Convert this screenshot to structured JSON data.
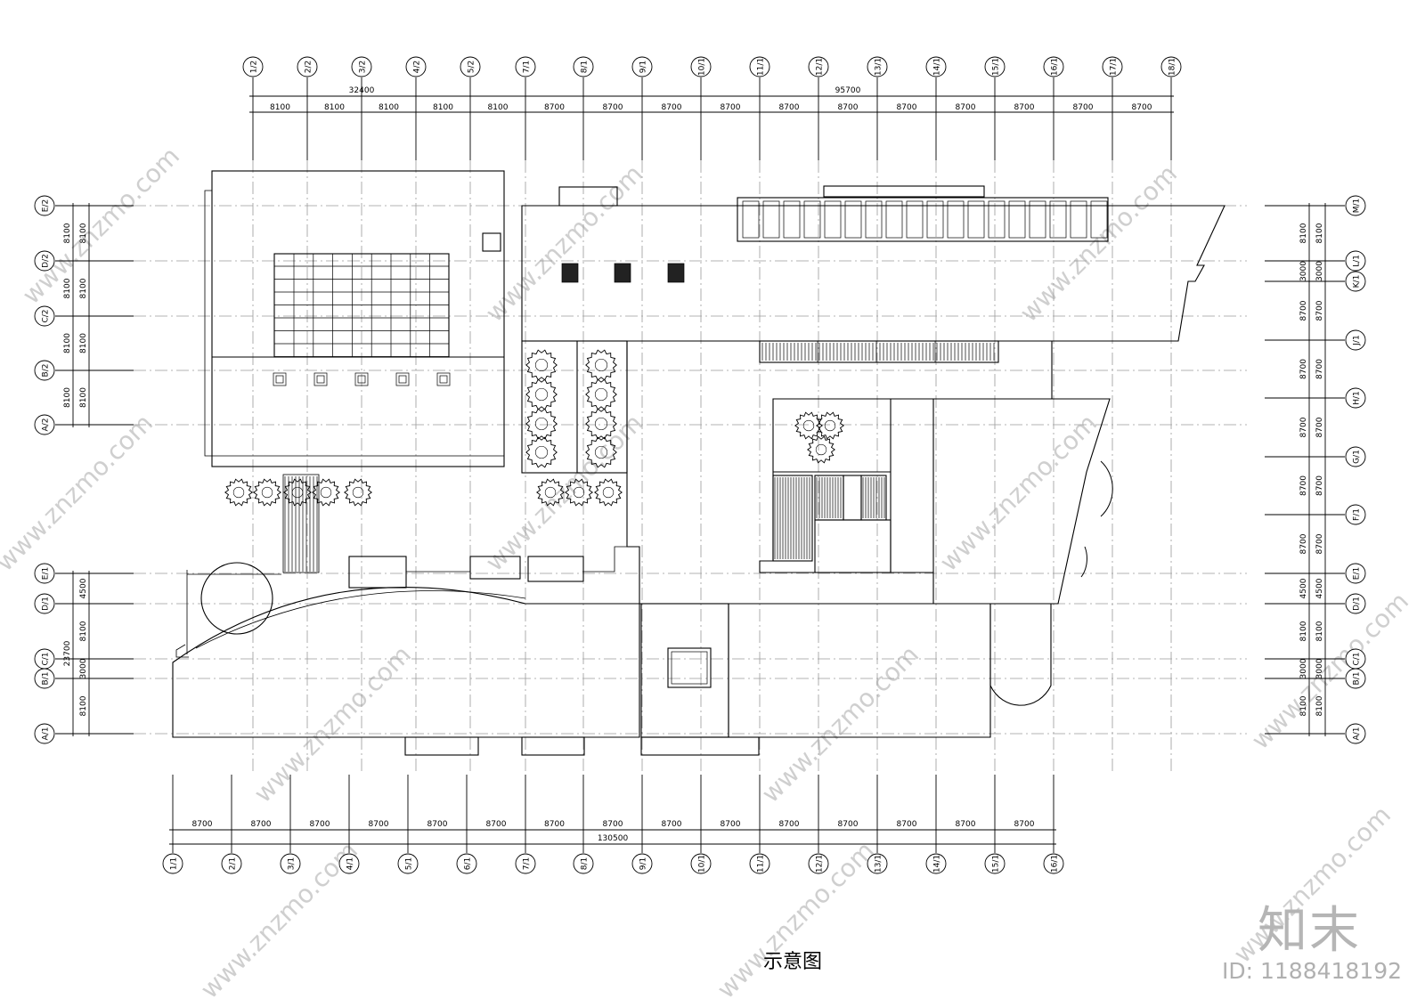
{
  "diagram": {
    "caption": "示意图",
    "top_axes": [
      "1/2",
      "2/2",
      "3/2",
      "4/2",
      "5/2",
      "7/1",
      "8/1",
      "9/1",
      "10/1",
      "11/1",
      "12/1",
      "13/1",
      "14/1",
      "15/1",
      "16/1",
      "17/1",
      "18/1"
    ],
    "top_spacings": [
      "8100",
      "8100",
      "8100",
      "8100",
      "8100",
      "8700",
      "8700",
      "8700",
      "8700",
      "8700",
      "8700",
      "8700",
      "8700",
      "8700",
      "8700",
      "8700"
    ],
    "top_totals": [
      "32400",
      "95700"
    ],
    "bottom_axes": [
      "1/1",
      "2/1",
      "3/1",
      "4/1",
      "5/1",
      "6/1",
      "7/1",
      "8/1",
      "9/1",
      "10/1",
      "11/1",
      "12/1",
      "13/1",
      "14/1",
      "15/1",
      "16/1"
    ],
    "bottom_spacings": [
      "8700",
      "8700",
      "8700",
      "8700",
      "8700",
      "8700",
      "8700",
      "8700",
      "8700",
      "8700",
      "8700",
      "8700",
      "8700",
      "8700",
      "8700"
    ],
    "bottom_total": "130500",
    "left_upper_axes": [
      "E/2",
      "D/2",
      "C/2",
      "B/2",
      "A/2"
    ],
    "left_upper_spacings": [
      "8100",
      "8100",
      "8100",
      "8100"
    ],
    "left_lower_axes": [
      "E/1",
      "D/1",
      "C/1",
      "B/1",
      "A/1"
    ],
    "left_lower_spacings": [
      "4500",
      "8100",
      "3000",
      "8100"
    ],
    "left_lower_total": "23700",
    "right_axes": [
      "M/1",
      "L/1",
      "K/1",
      "J/1",
      "H/1",
      "G/1",
      "F/1",
      "E/1",
      "D/1",
      "C/1",
      "B/1",
      "A/1"
    ],
    "right_spacings": [
      "8100",
      "3000",
      "8700",
      "8700",
      "8700",
      "8700",
      "8700",
      "4500",
      "8100",
      "3000",
      "8100"
    ]
  },
  "watermark": {
    "brand": "知末",
    "id": "ID: 1188418192",
    "site": "www.znzmo.com"
  }
}
